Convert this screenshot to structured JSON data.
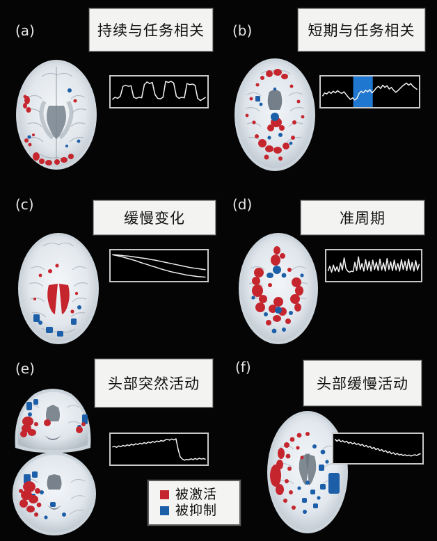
{
  "figure": {
    "background_color": "#050505",
    "caption_bg_color": "#f3f3f1",
    "trace_color": "#f2f2f2",
    "activated_color": "#c5262e",
    "suppressed_color": "#1c5fa8",
    "band_color": "#1f77d0"
  },
  "panels": [
    {
      "id": "a",
      "label": "(a)",
      "title": "持续与任务相关",
      "brain_views": [
        "axial"
      ],
      "trace_type": "block-square-wave"
    },
    {
      "id": "b",
      "label": "(b)",
      "title": "短期与任务相关",
      "brain_views": [
        "axial"
      ],
      "trace_type": "transient-with-highlight-band"
    },
    {
      "id": "c",
      "label": "(c)",
      "title": "缓慢变化",
      "brain_views": [
        "axial"
      ],
      "trace_type": "slow-drift-two-traces"
    },
    {
      "id": "d",
      "label": "(d)",
      "title": "准周期",
      "brain_views": [
        "axial"
      ],
      "trace_type": "quasi-periodic-oscillation"
    },
    {
      "id": "e",
      "label": "(e)",
      "title": "头部突然活动",
      "brain_views": [
        "coronal",
        "axial"
      ],
      "trace_type": "abrupt-step-drop"
    },
    {
      "id": "f",
      "label": "(f)",
      "title": "头部缓慢活动",
      "brain_views": [
        "axial"
      ],
      "trace_type": "gradual-decline"
    }
  ],
  "legend": {
    "items": [
      {
        "label": "被激活",
        "color": "#c5262e",
        "swatch": "red-square"
      },
      {
        "label": "被抑制",
        "color": "#1c5fa8",
        "swatch": "blue-square"
      }
    ]
  },
  "chart_data": [
    {
      "id": "a",
      "type": "line",
      "title": "持续与任务相关",
      "xlabel": "",
      "ylabel": "",
      "grid": false,
      "legend": "none",
      "ylim": [
        0,
        1
      ],
      "series": [
        {
          "name": "sustained-task-related",
          "values": [
            0.22,
            0.3,
            0.26,
            0.34,
            0.7,
            0.74,
            0.7,
            0.72,
            0.3,
            0.26,
            0.3,
            0.28,
            0.76,
            0.86,
            0.8,
            0.84,
            0.4,
            0.26,
            0.24,
            0.3,
            0.88,
            0.84,
            0.88,
            0.82,
            0.34,
            0.26,
            0.3,
            0.28,
            0.8,
            0.76,
            0.78,
            0.74,
            0.26,
            0.18,
            0.24,
            0.3
          ]
        }
      ]
    },
    {
      "id": "b",
      "type": "line",
      "title": "短期与任务相关",
      "xlabel": "",
      "ylabel": "",
      "grid": false,
      "legend": "none",
      "ylim": [
        0,
        1
      ],
      "annotations": [
        {
          "type": "vband",
          "x_start": 0.33,
          "x_end": 0.53,
          "color": "#1f77d0"
        }
      ],
      "series": [
        {
          "name": "transient-task-related",
          "values": [
            0.34,
            0.46,
            0.42,
            0.5,
            0.44,
            0.52,
            0.46,
            0.54,
            0.48,
            0.44,
            0.5,
            0.4,
            0.3,
            0.22,
            0.28,
            0.2,
            0.26,
            0.44,
            0.52,
            0.46,
            0.56,
            0.5,
            0.58,
            0.46,
            0.54,
            0.64,
            0.7,
            0.62,
            0.74,
            0.66,
            0.72,
            0.6,
            0.66,
            0.56,
            0.48,
            0.54,
            0.62,
            0.7,
            0.76,
            0.82,
            0.74,
            0.8,
            0.7,
            0.64,
            0.58
          ]
        }
      ]
    },
    {
      "id": "c",
      "type": "line",
      "title": "缓慢变化",
      "xlabel": "",
      "ylabel": "",
      "grid": false,
      "legend": "none",
      "ylim": [
        0,
        1
      ],
      "series": [
        {
          "name": "slow-drift-upper",
          "values": [
            0.9,
            0.89,
            0.88,
            0.86,
            0.85,
            0.83,
            0.81,
            0.79,
            0.77,
            0.75,
            0.72,
            0.7,
            0.67,
            0.64,
            0.61,
            0.58,
            0.55,
            0.52,
            0.49,
            0.46,
            0.43,
            0.41,
            0.39,
            0.37,
            0.35
          ]
        },
        {
          "name": "slow-drift-lower",
          "values": [
            0.9,
            0.87,
            0.84,
            0.8,
            0.76,
            0.72,
            0.68,
            0.63,
            0.58,
            0.54,
            0.49,
            0.45,
            0.4,
            0.36,
            0.32,
            0.28,
            0.25,
            0.22,
            0.19,
            0.16,
            0.14,
            0.12,
            0.1,
            0.09,
            0.08
          ]
        }
      ]
    },
    {
      "id": "d",
      "type": "line",
      "title": "准周期",
      "xlabel": "",
      "ylabel": "",
      "grid": false,
      "legend": "none",
      "ylim": [
        0,
        1
      ],
      "series": [
        {
          "name": "quasi-periodic",
          "values": [
            0.3,
            0.48,
            0.26,
            0.52,
            0.3,
            0.46,
            0.28,
            0.6,
            0.34,
            0.78,
            0.4,
            0.3,
            0.26,
            0.3,
            0.28,
            0.62,
            0.32,
            0.82,
            0.36,
            0.58,
            0.3,
            0.72,
            0.34,
            0.66,
            0.3,
            0.7,
            0.36,
            0.62,
            0.32,
            0.74,
            0.34,
            0.6,
            0.3,
            0.76,
            0.36,
            0.64,
            0.32,
            0.7,
            0.34,
            0.58,
            0.3,
            0.72,
            0.36,
            0.66,
            0.32,
            0.74,
            0.34,
            0.62,
            0.3,
            0.68,
            0.34,
            0.56
          ]
        }
      ]
    },
    {
      "id": "e",
      "type": "line",
      "title": "头部突然活动",
      "xlabel": "",
      "ylabel": "",
      "grid": false,
      "legend": "none",
      "ylim": [
        0,
        1
      ],
      "series": [
        {
          "name": "abrupt-head-motion",
          "values": [
            0.58,
            0.6,
            0.57,
            0.62,
            0.59,
            0.64,
            0.61,
            0.66,
            0.63,
            0.68,
            0.65,
            0.7,
            0.67,
            0.72,
            0.69,
            0.74,
            0.71,
            0.76,
            0.73,
            0.78,
            0.75,
            0.8,
            0.77,
            0.82,
            0.79,
            0.84,
            0.86,
            0.83,
            0.87,
            0.84,
            0.88,
            0.5,
            0.22,
            0.14,
            0.1,
            0.13,
            0.11,
            0.15,
            0.12,
            0.16,
            0.13,
            0.17,
            0.14,
            0.16,
            0.13
          ]
        }
      ]
    },
    {
      "id": "f",
      "type": "line",
      "title": "头部缓慢活动",
      "xlabel": "",
      "ylabel": "",
      "grid": false,
      "legend": "none",
      "ylim": [
        0,
        1
      ],
      "series": [
        {
          "name": "slow-head-motion",
          "values": [
            0.86,
            0.78,
            0.84,
            0.76,
            0.8,
            0.74,
            0.78,
            0.7,
            0.74,
            0.68,
            0.72,
            0.65,
            0.69,
            0.62,
            0.66,
            0.58,
            0.62,
            0.55,
            0.58,
            0.5,
            0.54,
            0.46,
            0.5,
            0.42,
            0.46,
            0.38,
            0.42,
            0.34,
            0.38,
            0.3,
            0.34,
            0.27,
            0.31,
            0.25,
            0.28,
            0.23,
            0.26,
            0.22,
            0.25,
            0.21,
            0.24,
            0.26,
            0.23,
            0.28,
            0.3
          ]
        }
      ]
    }
  ]
}
